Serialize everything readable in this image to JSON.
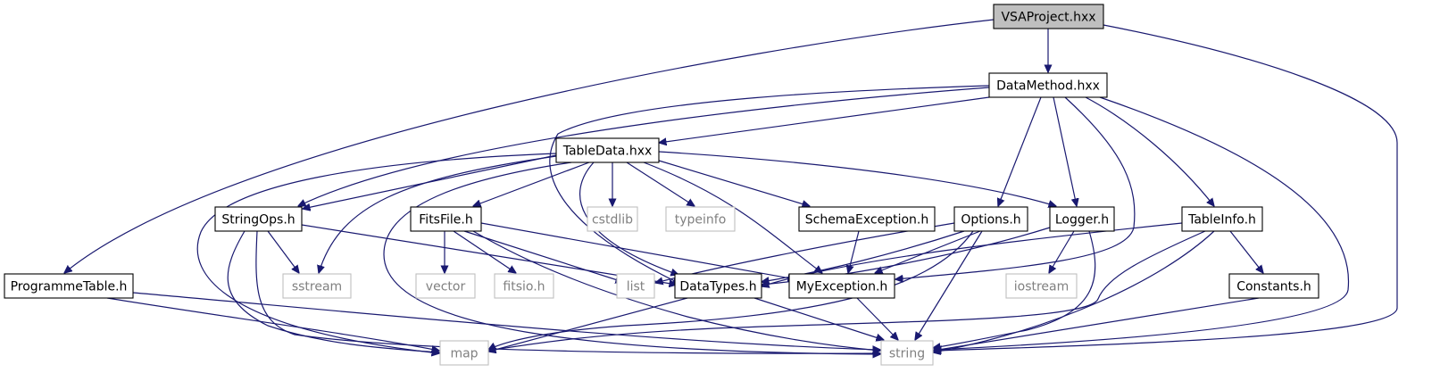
{
  "colors": {
    "edge": "#191970",
    "root_fill": "#bfbfbf",
    "local_border": "#000000",
    "system_border": "#bfbfbf",
    "system_text": "#808080",
    "local_text": "#000000"
  },
  "nodes": {
    "vsaproject": {
      "label": "VSAProject.hxx",
      "kind": "root"
    },
    "datamethod": {
      "label": "DataMethod.hxx",
      "kind": "local"
    },
    "tabledata": {
      "label": "TableData.hxx",
      "kind": "local"
    },
    "stringops": {
      "label": "StringOps.h",
      "kind": "local"
    },
    "fitsfile": {
      "label": "FitsFile.h",
      "kind": "local"
    },
    "cstdlib": {
      "label": "cstdlib",
      "kind": "system"
    },
    "typeinfo": {
      "label": "typeinfo",
      "kind": "system"
    },
    "schemaexception": {
      "label": "SchemaException.h",
      "kind": "local"
    },
    "options": {
      "label": "Options.h",
      "kind": "local"
    },
    "logger": {
      "label": "Logger.h",
      "kind": "local"
    },
    "tableinfo": {
      "label": "TableInfo.h",
      "kind": "local"
    },
    "programmetable": {
      "label": "ProgrammeTable.h",
      "kind": "local"
    },
    "sstream": {
      "label": "sstream",
      "kind": "system"
    },
    "vector": {
      "label": "vector",
      "kind": "system"
    },
    "fitsio": {
      "label": "fitsio.h",
      "kind": "system"
    },
    "list": {
      "label": "list",
      "kind": "system"
    },
    "datatypes": {
      "label": "DataTypes.h",
      "kind": "local"
    },
    "myexception": {
      "label": "MyException.h",
      "kind": "local"
    },
    "iostream": {
      "label": "iostream",
      "kind": "system"
    },
    "constants": {
      "label": "Constants.h",
      "kind": "local"
    },
    "map": {
      "label": "map",
      "kind": "system"
    },
    "string": {
      "label": "string",
      "kind": "system"
    }
  },
  "edges": [
    {
      "from": "vsaproject",
      "to": "datamethod"
    },
    {
      "from": "vsaproject",
      "to": "programmetable"
    },
    {
      "from": "vsaproject",
      "to": "string"
    },
    {
      "from": "datamethod",
      "to": "tabledata"
    },
    {
      "from": "datamethod",
      "to": "stringops"
    },
    {
      "from": "datamethod",
      "to": "datatypes"
    },
    {
      "from": "datamethod",
      "to": "options"
    },
    {
      "from": "datamethod",
      "to": "logger"
    },
    {
      "from": "datamethod",
      "to": "myexception"
    },
    {
      "from": "datamethod",
      "to": "tableinfo"
    },
    {
      "from": "datamethod",
      "to": "string"
    },
    {
      "from": "tabledata",
      "to": "stringops"
    },
    {
      "from": "tabledata",
      "to": "fitsfile"
    },
    {
      "from": "tabledata",
      "to": "cstdlib"
    },
    {
      "from": "tabledata",
      "to": "typeinfo"
    },
    {
      "from": "tabledata",
      "to": "schemaexception"
    },
    {
      "from": "tabledata",
      "to": "logger"
    },
    {
      "from": "tabledata",
      "to": "sstream"
    },
    {
      "from": "tabledata",
      "to": "map"
    },
    {
      "from": "tabledata",
      "to": "datatypes"
    },
    {
      "from": "tabledata",
      "to": "myexception"
    },
    {
      "from": "tabledata",
      "to": "string"
    },
    {
      "from": "stringops",
      "to": "sstream"
    },
    {
      "from": "stringops",
      "to": "map"
    },
    {
      "from": "stringops",
      "to": "string"
    },
    {
      "from": "stringops",
      "to": "datatypes"
    },
    {
      "from": "fitsfile",
      "to": "vector"
    },
    {
      "from": "fitsfile",
      "to": "fitsio"
    },
    {
      "from": "fitsfile",
      "to": "list"
    },
    {
      "from": "fitsfile",
      "to": "myexception"
    },
    {
      "from": "fitsfile",
      "to": "string"
    },
    {
      "from": "schemaexception",
      "to": "myexception"
    },
    {
      "from": "options",
      "to": "list"
    },
    {
      "from": "options",
      "to": "datatypes"
    },
    {
      "from": "options",
      "to": "myexception"
    },
    {
      "from": "options",
      "to": "map"
    },
    {
      "from": "options",
      "to": "string"
    },
    {
      "from": "logger",
      "to": "datatypes"
    },
    {
      "from": "logger",
      "to": "iostream"
    },
    {
      "from": "logger",
      "to": "string"
    },
    {
      "from": "tableinfo",
      "to": "datatypes"
    },
    {
      "from": "tableinfo",
      "to": "constants"
    },
    {
      "from": "tableinfo",
      "to": "map"
    },
    {
      "from": "tableinfo",
      "to": "string"
    },
    {
      "from": "programmetable",
      "to": "map"
    },
    {
      "from": "programmetable",
      "to": "string"
    },
    {
      "from": "datatypes",
      "to": "map"
    },
    {
      "from": "datatypes",
      "to": "string"
    },
    {
      "from": "myexception",
      "to": "string"
    },
    {
      "from": "constants",
      "to": "string"
    }
  ]
}
